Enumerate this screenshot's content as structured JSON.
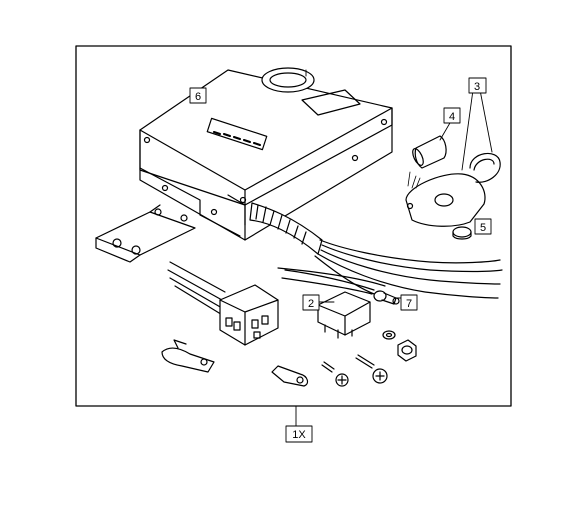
{
  "labels": {
    "assembly": "1X",
    "relay": "2",
    "key_fob": "3",
    "battery": "4",
    "cap": "5",
    "control_unit": "6",
    "led": "7"
  }
}
